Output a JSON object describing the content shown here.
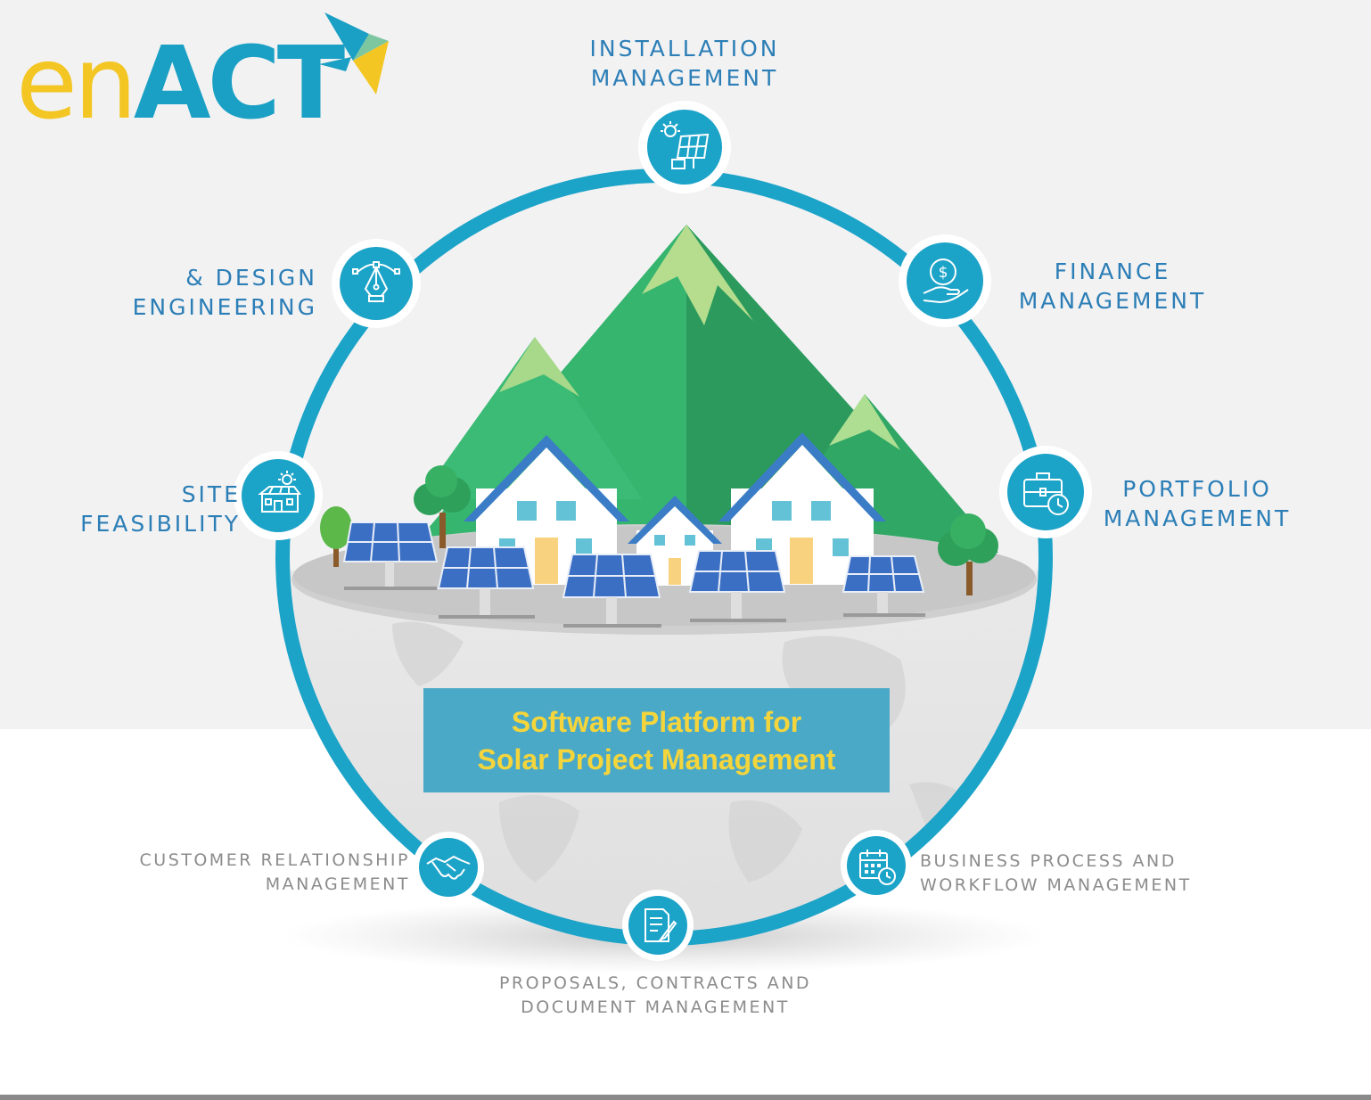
{
  "logo": {
    "part1": "en",
    "part2": "ACT"
  },
  "center_box": {
    "line1": "Software Platform for",
    "line2": "Solar Project Management"
  },
  "modules": {
    "installation": {
      "line1": "INSTALLATION",
      "line2": "MANAGEMENT",
      "icon": "solar-panel-sun-icon"
    },
    "design": {
      "line1": "& DESIGN",
      "line2": "ENGINEERING",
      "icon": "pen-tool-icon"
    },
    "finance": {
      "line1": "FINANCE",
      "line2": "MANAGEMENT",
      "icon": "dollar-hand-icon"
    },
    "site": {
      "line1": "SITE",
      "line2": "FEASIBILITY",
      "icon": "solar-house-icon"
    },
    "portfolio": {
      "line1": "PORTFOLIO",
      "line2": "MANAGEMENT",
      "icon": "briefcase-clock-icon"
    },
    "crm": {
      "line1": "CUSTOMER RELATIONSHIP",
      "line2": "MANAGEMENT",
      "icon": "handshake-icon"
    },
    "workflow": {
      "line1": "BUSINESS PROCESS AND",
      "line2": "WORKFLOW MANAGEMENT",
      "icon": "calendar-clock-icon"
    },
    "documents": {
      "line1": "PROPOSALS, CONTRACTS AND",
      "line2": "DOCUMENT MANAGEMENT",
      "icon": "document-pen-icon"
    }
  },
  "colors": {
    "ring": "#1ca3c8",
    "label_top": "#2c7eb6",
    "label_bottom": "#8c8c8c",
    "box_bg": "#4ba9c8",
    "box_text": "#f4d53b",
    "logo_en": "#f3c623",
    "logo_act": "#1aa0c4"
  }
}
